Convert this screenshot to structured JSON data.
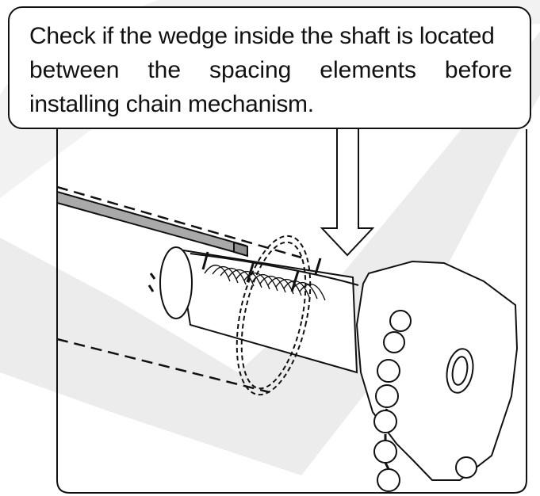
{
  "instruction": {
    "lines": [
      "Check if the wedge inside the shaft is located",
      "between the spacing elements before",
      "installing chain mechanism."
    ]
  },
  "icons": {
    "arrow": "down-arrow-icon",
    "shaft": "shaft-icon",
    "wedge": "wedge-rod-icon",
    "mechanism": "chain-mechanism-icon",
    "chain": "bead-chain-icon"
  },
  "colors": {
    "line": "#111111",
    "watermark": "#e9e9e9",
    "background": "#ffffff"
  }
}
